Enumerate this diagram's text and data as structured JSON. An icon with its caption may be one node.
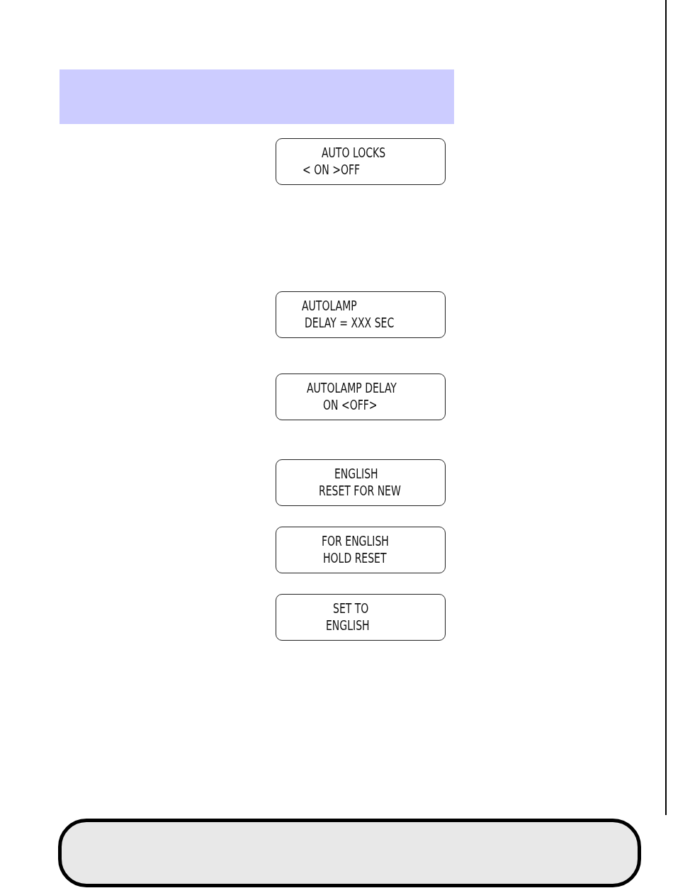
{
  "diagram": {
    "nodes": [
      {
        "text": [
          "AUTO LOCKS",
          "< ON >OFF"
        ]
      },
      {
        "text": [
          "AUTOLAMP",
          "DELAY = XXX SEC"
        ]
      },
      {
        "text": [
          "AUTOLAMP DELAY",
          "ON <OFF>"
        ]
      },
      {
        "text": [
          "ENGLISH",
          "RESET FOR NEW"
        ]
      },
      {
        "text": [
          "FOR ENGLISH",
          "HOLD RESET"
        ]
      },
      {
        "text": [
          "SET TO",
          "ENGLISH"
        ]
      }
    ]
  }
}
